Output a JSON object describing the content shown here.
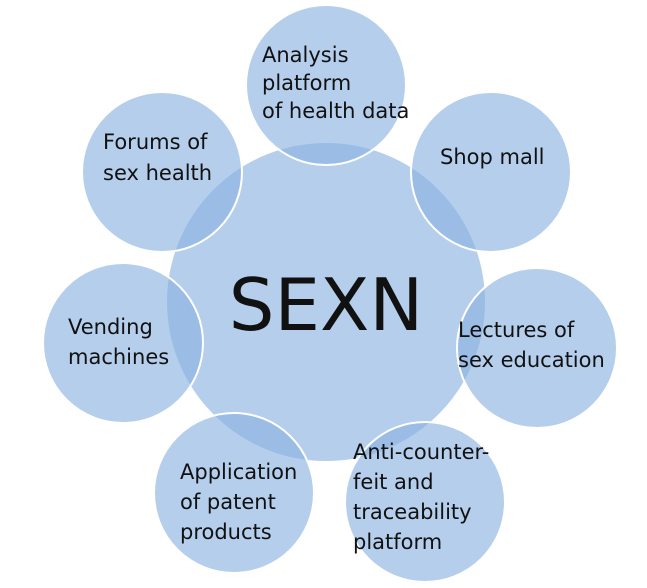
{
  "diagram": {
    "center": {
      "label": "SEXN"
    },
    "nodes": [
      {
        "lines": [
          "Analysis",
          "platform",
          "of health data"
        ]
      },
      {
        "lines": [
          "Shop mall"
        ]
      },
      {
        "lines": [
          "Lectures of",
          "sex education"
        ]
      },
      {
        "lines": [
          "Anti-counter-",
          "feit and",
          "traceability",
          "platform"
        ]
      },
      {
        "lines": [
          "Application",
          "of patent",
          "products"
        ]
      },
      {
        "lines": [
          "Vending",
          "machines"
        ]
      },
      {
        "lines": [
          "Forums of",
          "sex health"
        ]
      }
    ],
    "colors": {
      "fill": "#8db3e2",
      "stroke": "#ffffff",
      "text": "#111111"
    }
  }
}
